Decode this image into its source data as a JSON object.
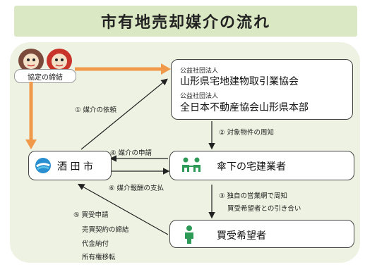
{
  "title": "市有地売却媒介の流れ",
  "agreement_label": "協定の締結",
  "city": {
    "name": "酒 田 市"
  },
  "associations": {
    "org1_prefix": "公益社団法人",
    "org1_name": "山形県宅地建物取引業協会",
    "org2_prefix": "公益社団法人",
    "org2_name": "全日本不動産協会山形県本部"
  },
  "realtors": {
    "name": "傘下の宅建業者"
  },
  "buyers": {
    "name": "買受希望者"
  },
  "steps": {
    "s1": "① 媒介の依頼",
    "s2": "② 対象物件の周知",
    "s3a": "③ 独自の営業網で周知",
    "s3b": "買受希望者との引き合い",
    "s4": "④ 媒介の申請",
    "s5a": "⑤ 買受申請",
    "s5b": "売買契約の締結",
    "s5c": "代金納付",
    "s5d": "所有権移転",
    "s6": "⑥ 媒介報酬の支払"
  },
  "colors": {
    "orange": "#f0994a",
    "title_bg": "#dbe8c4",
    "panel_bg": "#eef2e2",
    "people_green": "#2e9a57"
  }
}
